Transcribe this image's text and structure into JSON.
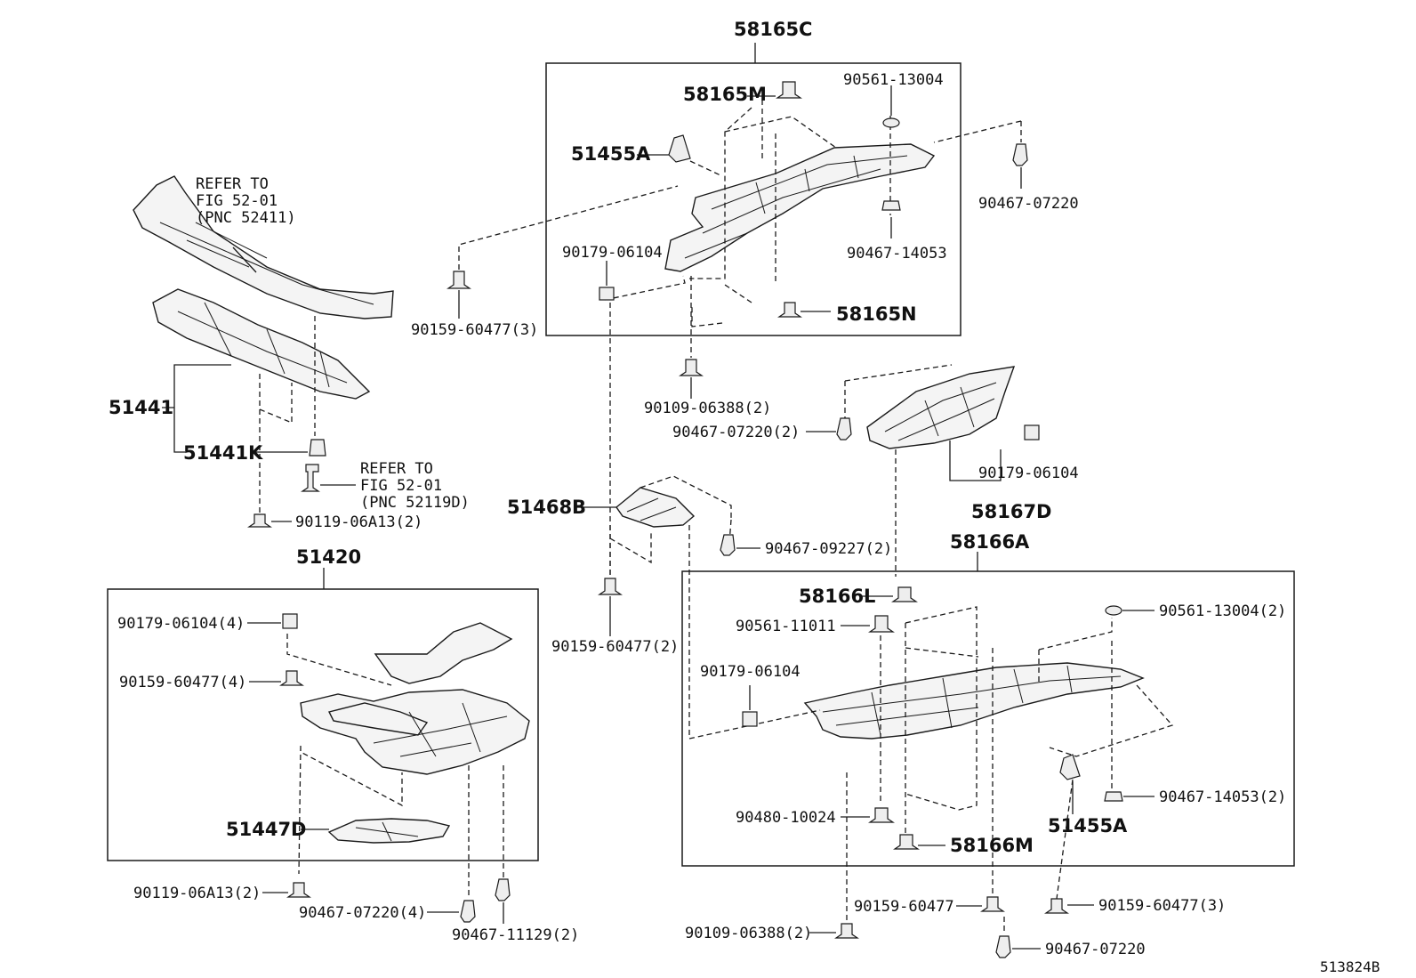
{
  "diagram_id": "513824B",
  "callouts": {
    "c58165C": "58165C",
    "c58165M": "58165M",
    "c90561_13004": "90561-13004",
    "c51455A_top": "51455A",
    "c90467_07220_top": "90467-07220",
    "c90467_14053": "90467-14053",
    "c90179_06104_top": "90179-06104",
    "c58165N": "58165N",
    "c90159_60477_3_top": "90159-60477(3)",
    "c90109_06388_2_top": "90109-06388(2)",
    "c51441": "51441",
    "c51441K": "51441K",
    "c90119_06A13_2_top": "90119-06A13(2)",
    "c90467_07220_2_mid": "90467-07220(2)",
    "c90179_06104_mid": "90179-06104",
    "c58167D": "58167D",
    "c51468B": "51468B",
    "c90467_09227_2": "90467-09227(2)",
    "c58166A": "58166A",
    "c51420": "51420",
    "c90159_60477_2": "90159-60477(2)",
    "c90179_06104_4": "90179-06104(4)",
    "c90159_60477_4": "90159-60477(4)",
    "c51447D": "51447D",
    "c90119_06A13_2_bot": "90119-06A13(2)",
    "c90467_07220_4": "90467-07220(4)",
    "c90467_11129_2": "90467-11129(2)",
    "c58166L": "58166L",
    "c90561_11011": "90561-11011",
    "c90179_06104_right": "90179-06104",
    "c90561_13004_2": "90561-13004(2)",
    "c90467_14053_2": "90467-14053(2)",
    "c51455A_bot": "51455A",
    "c90480_10024": "90480-10024",
    "c58166M": "58166M",
    "c90159_60477_bot": "90159-60477",
    "c90159_60477_3_bot": "90159-60477(3)",
    "c90109_06388_2_bot": "90109-06388(2)",
    "c90467_07220_bot": "90467-07220"
  },
  "notes": {
    "bumper": [
      "REFER TO",
      "FIG 52-01",
      "(PNC 52411)"
    ],
    "bolt": [
      "REFER TO",
      "FIG 52-01",
      "(PNC 52119D)"
    ]
  },
  "icons": {
    "clip": "push-clip-icon",
    "bolt": "bolt-icon",
    "nut": "nut-icon"
  },
  "colors": {
    "ink": "#1a1a1a",
    "paper": "#ffffff"
  }
}
